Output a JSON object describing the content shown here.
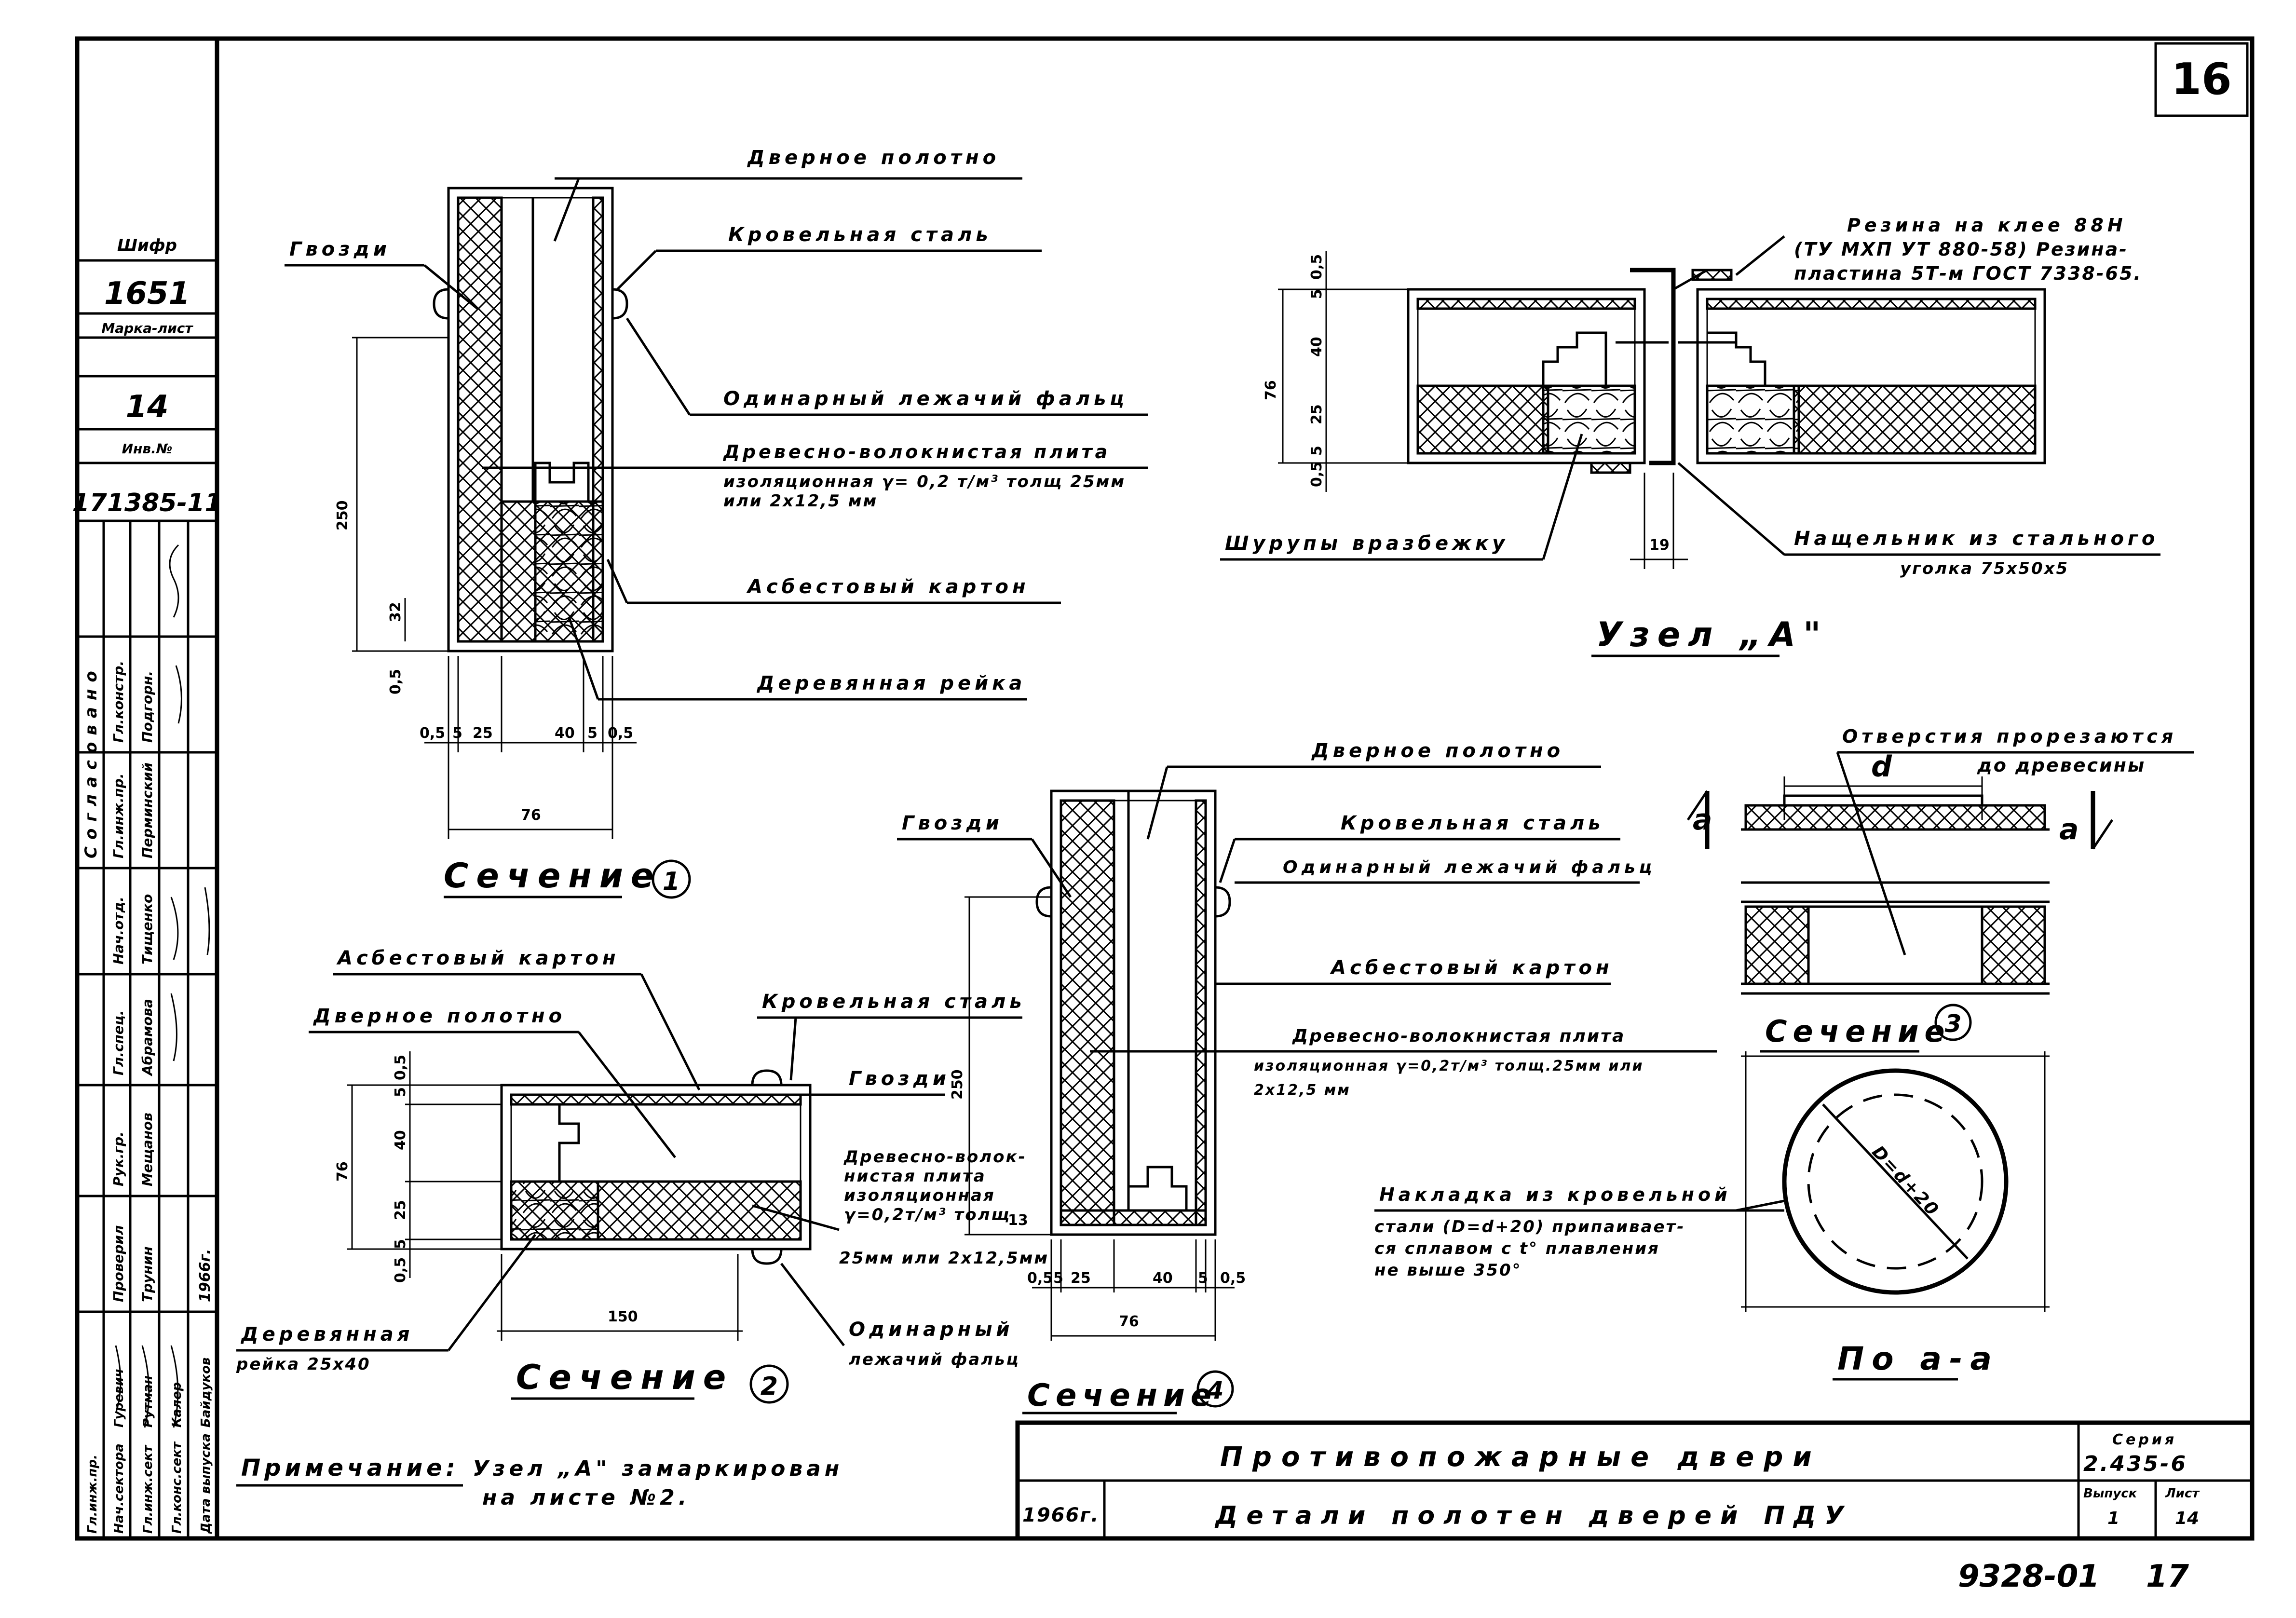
{
  "sheet": {
    "number": "16",
    "bottom_code": "9328-01",
    "bottom_page": "17"
  },
  "left_strip": {
    "shifr_label": "Шифр",
    "shifr_value": "1651",
    "marka_label": "Марка-лист",
    "marka_value": "14",
    "inv_label": "Инв.№",
    "inv_value": "171385-11",
    "soglasovano": "Согласовано",
    "roles": [
      "Гл.констр.",
      "Гл.инж.пр.",
      "Нач.отд.",
      "Гл.спец.",
      "Рук.гр.",
      "Проверил"
    ],
    "names": [
      "Подгорн.",
      "Перминский",
      "Тищенко",
      "Абрамова",
      "Мещанов",
      "Трунин"
    ],
    "bottom_roles": [
      "Гл.инж.пр.",
      "Нач.сектора",
      "Гл.инж.сект",
      "Гл.конс.сект",
      "Дата выпуска"
    ],
    "bottom_names": [
      "Гуревич",
      "Рутман",
      "Калер",
      "Байдуков"
    ],
    "year": "1966г."
  },
  "section1": {
    "title": "Сечение",
    "num": "1",
    "labels": {
      "door": "Дверное полотно",
      "nails": "Гвозди",
      "steel": "Кровельная сталь",
      "fold": "Одинарный лежачий фальц",
      "fiber1": "Древесно-волокнистая плита",
      "fiber2": "изоляционная γ= 0,2 т/м³ толщ 25мм",
      "fiber3": "или 2х12,5 мм",
      "asbestos": "Асбестовый картон",
      "rail": "Деревянная рейка"
    },
    "dims": {
      "h250": "250",
      "h32": "32",
      "h05": "0,5",
      "w05a": "0,5",
      "w5a": "5",
      "w25": "25",
      "w40": "40",
      "w5b": "5",
      "w05b": "0,5",
      "w76": "76"
    }
  },
  "nodeA": {
    "title": "Узел „А\"",
    "labels": {
      "rubber1": "Резина на клее 88Н",
      "rubber2": "(ТУ МХП УТ 880-58) Резина-",
      "rubber3": "пластина 5Т-м ГОСТ 7338-65.",
      "screws": "Шурупы вразбежку",
      "strip1": "Нащельник из стального",
      "strip2": "уголка 75х50х5"
    },
    "dims": {
      "h76": "76",
      "d05a": "0,5",
      "d5a": "5",
      "d40": "40",
      "d25": "25",
      "d5b": "5",
      "d05b": "0,5",
      "w19": "19"
    }
  },
  "section2": {
    "title": "Сечение",
    "num": "2",
    "labels": {
      "asbestos": "Асбестовый картон",
      "door": "Дверное полотно",
      "steel": "Кровельная сталь",
      "nails": "Гвозди",
      "fiber1": "Древесно-волок-",
      "fiber2": "нистая плита",
      "fiber3": "изоляционная",
      "fiber4": "γ=0,2т/м³ толщ",
      "fiber5": "25мм или 2х12,5мм",
      "rail1": "Деревянная",
      "rail2": "рейка 25х40",
      "fold1": "Одинарный",
      "fold2": "лежачий фальц"
    },
    "dims": {
      "h76": "76",
      "d05a": "0,5",
      "d5a": "5",
      "d40": "40",
      "d25": "25",
      "d5b": "5",
      "d05b": "0,5",
      "w150": "150",
      "d13": "13"
    }
  },
  "section4": {
    "title": "Сечение",
    "num": "4",
    "labels": {
      "door": "Дверное полотно",
      "nails": "Гвозди",
      "steel": "Кровельная сталь",
      "fold": "Одинарный лежачий фальц",
      "asbestos": "Асбестовый картон",
      "fiber1": "Древесно-волокнистая плита",
      "fiber2": "изоляционная γ=0,2т/м³ толщ.25мм или",
      "fiber3": "2х12,5 мм"
    },
    "dims": {
      "h250": "250",
      "w05a": "0,5",
      "w5a": "5",
      "w25": "25",
      "w40": "40",
      "w5b": "5",
      "w05b": "0,5",
      "w76": "76"
    }
  },
  "section3": {
    "title": "Сечение",
    "num": "3",
    "labels": {
      "holes1": "Отверстия прорезаются",
      "holes2": "до древесины",
      "d": "d",
      "a_left": "a",
      "a_right": "a",
      "cover1": "Накладка из кровельной",
      "cover2": "стали (D=d+20) припаивает-",
      "cover3": "ся сплавом с t° плавления",
      "cover4": "не выше 350°",
      "diam": "D=d+20",
      "view": "По а-а"
    }
  },
  "note": {
    "label": "Примечание:",
    "line1": "Узел „А\" замаркирован",
    "line2": "на листе №2."
  },
  "title_block": {
    "main": "Противопожарные двери",
    "sub": "Детали полотен дверей ПДУ",
    "year": "1966г.",
    "seria_label": "Серия",
    "seria_value": "2.435-6",
    "vypusk_label": "Выпуск",
    "vypusk_value": "1",
    "list_label": "Лист",
    "list_value": "14"
  }
}
